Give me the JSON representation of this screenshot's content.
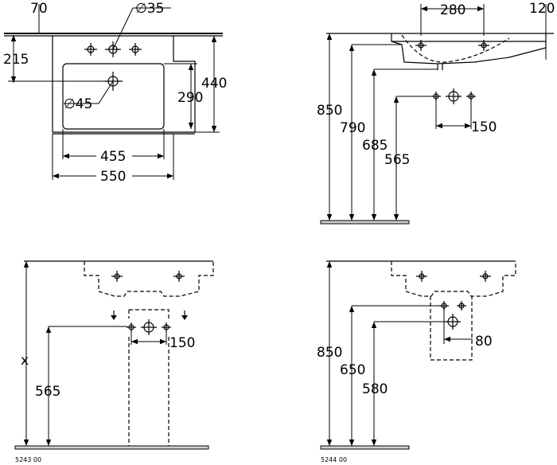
{
  "top_plan": {
    "dims": {
      "d70": "70",
      "d35": "∅35",
      "d215": "215",
      "d440": "440",
      "d290": "290",
      "d45": "∅45",
      "d455": "455",
      "d550": "550"
    }
  },
  "side_view": {
    "dims": {
      "d280": "280",
      "d120": "120",
      "d850": "850",
      "d790": "790",
      "d685": "685",
      "d565": "565",
      "d150": "150"
    }
  },
  "front_pedestal": {
    "dims": {
      "dx": "x",
      "d565": "565",
      "d150": "150"
    },
    "code": "5243 00"
  },
  "front_semi_pedestal": {
    "dims": {
      "d850": "850",
      "d650": "650",
      "d580": "580",
      "d80": "80"
    },
    "code": "5244 00"
  }
}
